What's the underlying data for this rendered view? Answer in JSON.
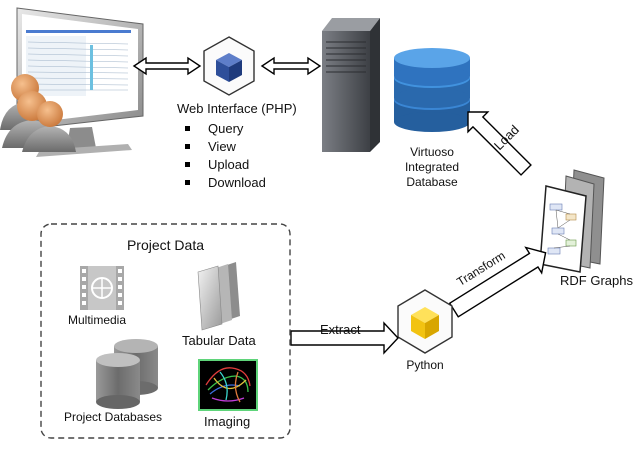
{
  "web_interface": {
    "title": "Web Interface (PHP)",
    "items": [
      "Query",
      "View",
      "Upload",
      "Download"
    ]
  },
  "database": {
    "lines": [
      "Virtuoso",
      "Integrated",
      "Database"
    ]
  },
  "project_data": {
    "title": "Project Data",
    "multimedia": "Multimedia",
    "tabular": "Tabular Data",
    "databases": "Project Databases",
    "imaging": "Imaging"
  },
  "flow": {
    "extract": "Extract",
    "transform": "Transform",
    "load": "Load"
  },
  "python": "Python",
  "rdf_graphs": "RDF Graphs",
  "colors": {
    "cube_blue": "#2e4f9a",
    "cube_yellow": "#f2c311",
    "db_blue": "#2f73bf",
    "server_gray": "#5a5d63",
    "person_orange": "#e69a5c"
  }
}
